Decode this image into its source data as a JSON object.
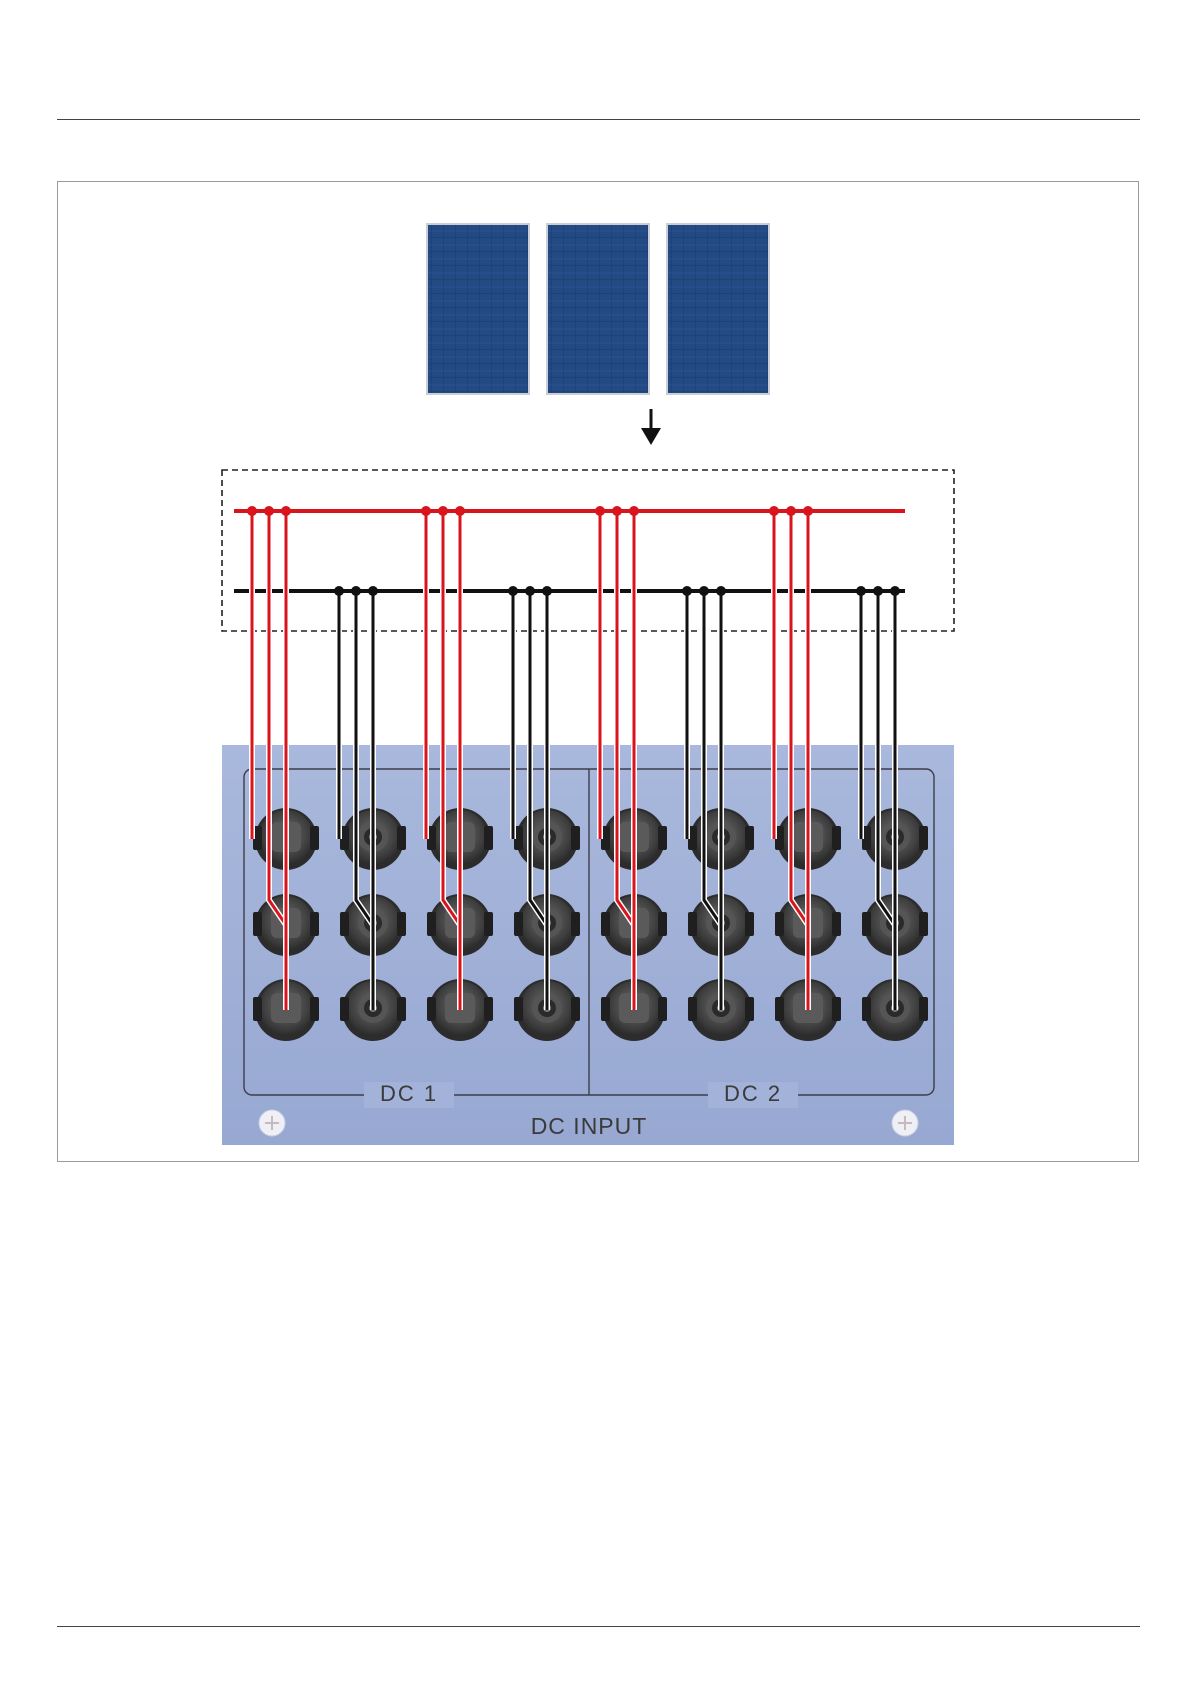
{
  "figure": {
    "dc_input_label": "DC INPUT",
    "group_labels": [
      "DC 1",
      "DC 2"
    ],
    "solar_panel_count": 3,
    "terminal_columns": 8,
    "terminal_rows": 3,
    "column_polarity": [
      "positive",
      "negative",
      "positive",
      "negative",
      "positive",
      "negative",
      "positive",
      "negative"
    ],
    "colors": {
      "positive_wire": "#d8141c",
      "negative_wire": "#111111",
      "panel_plate": "#9fb0d6",
      "solar_cell": "#1d3f73"
    }
  }
}
